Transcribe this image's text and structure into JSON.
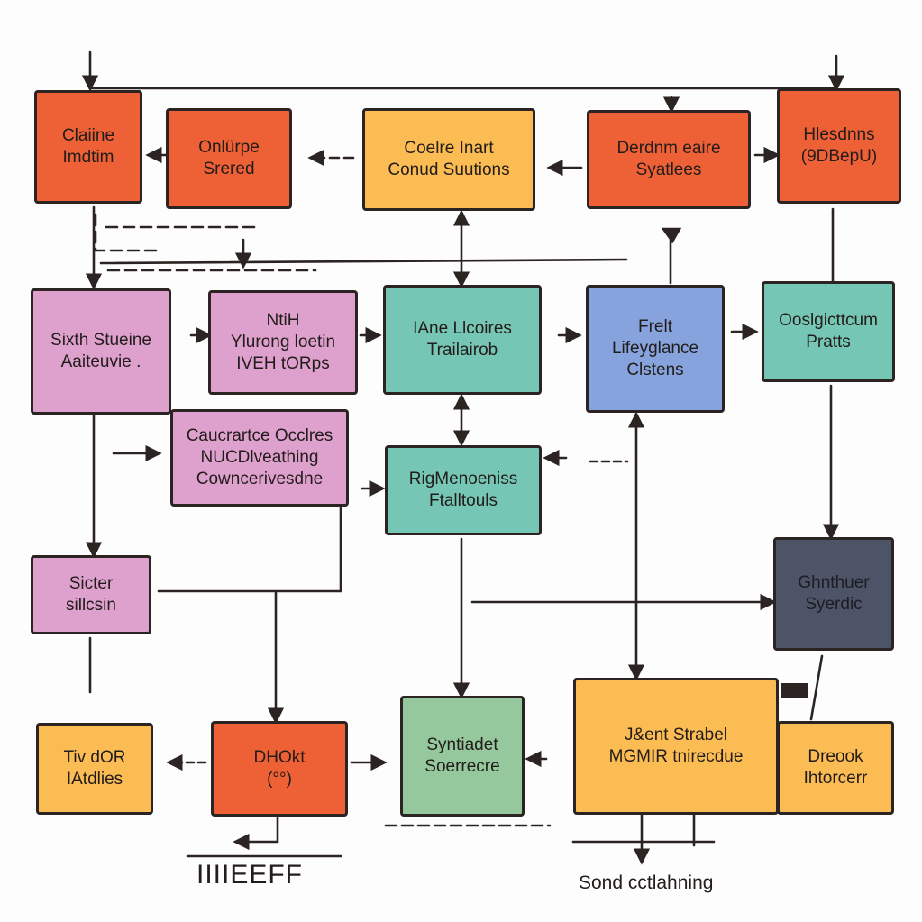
{
  "diagram": {
    "nodes": [
      {
        "id": "n1",
        "lines": [
          "Claiine",
          "Imdtim"
        ],
        "color": "orange"
      },
      {
        "id": "n2",
        "lines": [
          "Onlürpe",
          "Srered"
        ],
        "color": "orange"
      },
      {
        "id": "n3",
        "lines": [
          "Coelre Inart",
          "Conud Suutions"
        ],
        "color": "yellow"
      },
      {
        "id": "n4",
        "lines": [
          "Derdnm eaire",
          "Syatlees"
        ],
        "color": "orange"
      },
      {
        "id": "n5",
        "lines": [
          "Hlesdnns",
          "(9DBepU)"
        ],
        "color": "orange"
      },
      {
        "id": "n6",
        "lines": [
          "Sixth Stueine",
          "Aaiteuvie ."
        ],
        "color": "pink"
      },
      {
        "id": "n7",
        "lines": [
          "NtiH",
          "Ylurong loetin",
          "IVEH tORps"
        ],
        "color": "pink"
      },
      {
        "id": "n8",
        "lines": [
          "IAne Llcoires",
          "Trailairob"
        ],
        "color": "teal"
      },
      {
        "id": "n9",
        "lines": [
          "Frelt",
          "Lifeyglance",
          "Clstens"
        ],
        "color": "blue"
      },
      {
        "id": "n10",
        "lines": [
          "Ooslgicttcum",
          "Pratts"
        ],
        "color": "teal"
      },
      {
        "id": "n11",
        "lines": [
          "Caucrartce Occlres",
          "NUCDlveathing",
          "Cowncerivesdne"
        ],
        "color": "pink"
      },
      {
        "id": "n12",
        "lines": [
          "RigMenoeniss",
          "Ftalltouls"
        ],
        "color": "teal"
      },
      {
        "id": "n13",
        "lines": [
          "Sicter",
          "sillcsin"
        ],
        "color": "pink"
      },
      {
        "id": "n14",
        "lines": [
          "Ghnthuer",
          "Syerdic"
        ],
        "color": "slate"
      },
      {
        "id": "n15",
        "lines": [
          "Tiv dOR",
          "IAtdlies"
        ],
        "color": "yellow"
      },
      {
        "id": "n16",
        "lines": [
          "DHOkt",
          "(°°)"
        ],
        "color": "orange"
      },
      {
        "id": "n17",
        "lines": [
          "Syntiadet",
          "Soerrecre"
        ],
        "color": "sage"
      },
      {
        "id": "n18",
        "lines": [
          "J&ent Strabel",
          "MGMIR tnirecdue"
        ],
        "color": "yellow"
      },
      {
        "id": "n19",
        "lines": [
          "Dreook",
          "Ihtorcerr"
        ],
        "color": "yellow"
      }
    ],
    "free_text": {
      "bottom_left": "IIIIEEFF",
      "bottom_right": "Sond cctlahning"
    },
    "colors": {
      "orange": "#ee6035",
      "yellow": "#fbbc54",
      "pink": "#dea0cc",
      "teal": "#75c6b4",
      "blue": "#86a3dd",
      "sage": "#95c89d",
      "slate": "#4d5468",
      "ink": "#2b2422"
    }
  }
}
